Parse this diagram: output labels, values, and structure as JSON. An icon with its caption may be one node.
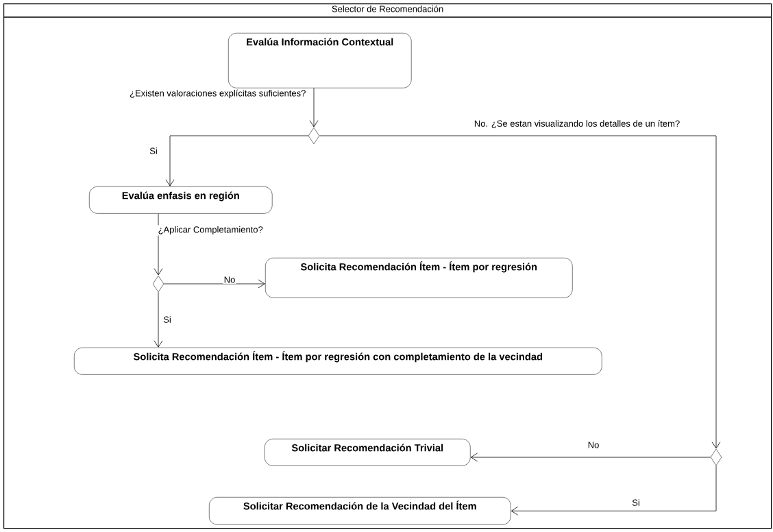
{
  "diagram": {
    "nodes": [
      {
        "text": [
          "Selector de Recomendación"
        ]
      },
      {
        "text": [
          "Evalúa Información Contextual"
        ],
        "in": 0
      },
      {
        "text": [],
        "shape": "diamond",
        "in": 0
      },
      {
        "text": [
          "Evalúa enfasis en región"
        ],
        "in": 0
      },
      {
        "text": [],
        "shape": "diamond",
        "in": 0
      },
      {
        "text": [
          "Solicita Recomendación Ítem - Ítem por regresión"
        ],
        "in": 0
      },
      {
        "text": [
          "Solicita Recomendación Ítem - Ítem por regresión con completamiento de la vecindad"
        ],
        "in": 0
      },
      {
        "text": [],
        "shape": "diamond",
        "in": 0
      },
      {
        "text": [
          "Solicitar Recomendación Trivial"
        ],
        "in": 0
      },
      {
        "text": [
          "Solicitar Recomendación de la Vecindad del Ítem"
        ],
        "in": 0
      }
    ],
    "edges": [
      {
        "from": 1,
        "to": 2,
        "arrow": "to",
        "label": "¿Existen valoraciones explícitas suficientes?"
      },
      {
        "from": 2,
        "to": 3,
        "arrow": "to",
        "label": "Si"
      },
      {
        "from": 2,
        "to": 7,
        "arrow": "to",
        "label": "No. ¿Se estan visualizando los detalles de un ítem?"
      },
      {
        "from": 3,
        "to": 4,
        "arrow": "to",
        "label": "¿Aplicar Completamiento?"
      },
      {
        "from": 4,
        "to": 5,
        "arrow": "to",
        "label": "No"
      },
      {
        "from": 4,
        "to": 6,
        "arrow": "to",
        "label": "Si"
      },
      {
        "from": 7,
        "to": 8,
        "arrow": "to",
        "label": "No"
      },
      {
        "from": 7,
        "to": 9,
        "arrow": "to",
        "label": "Si"
      }
    ]
  }
}
